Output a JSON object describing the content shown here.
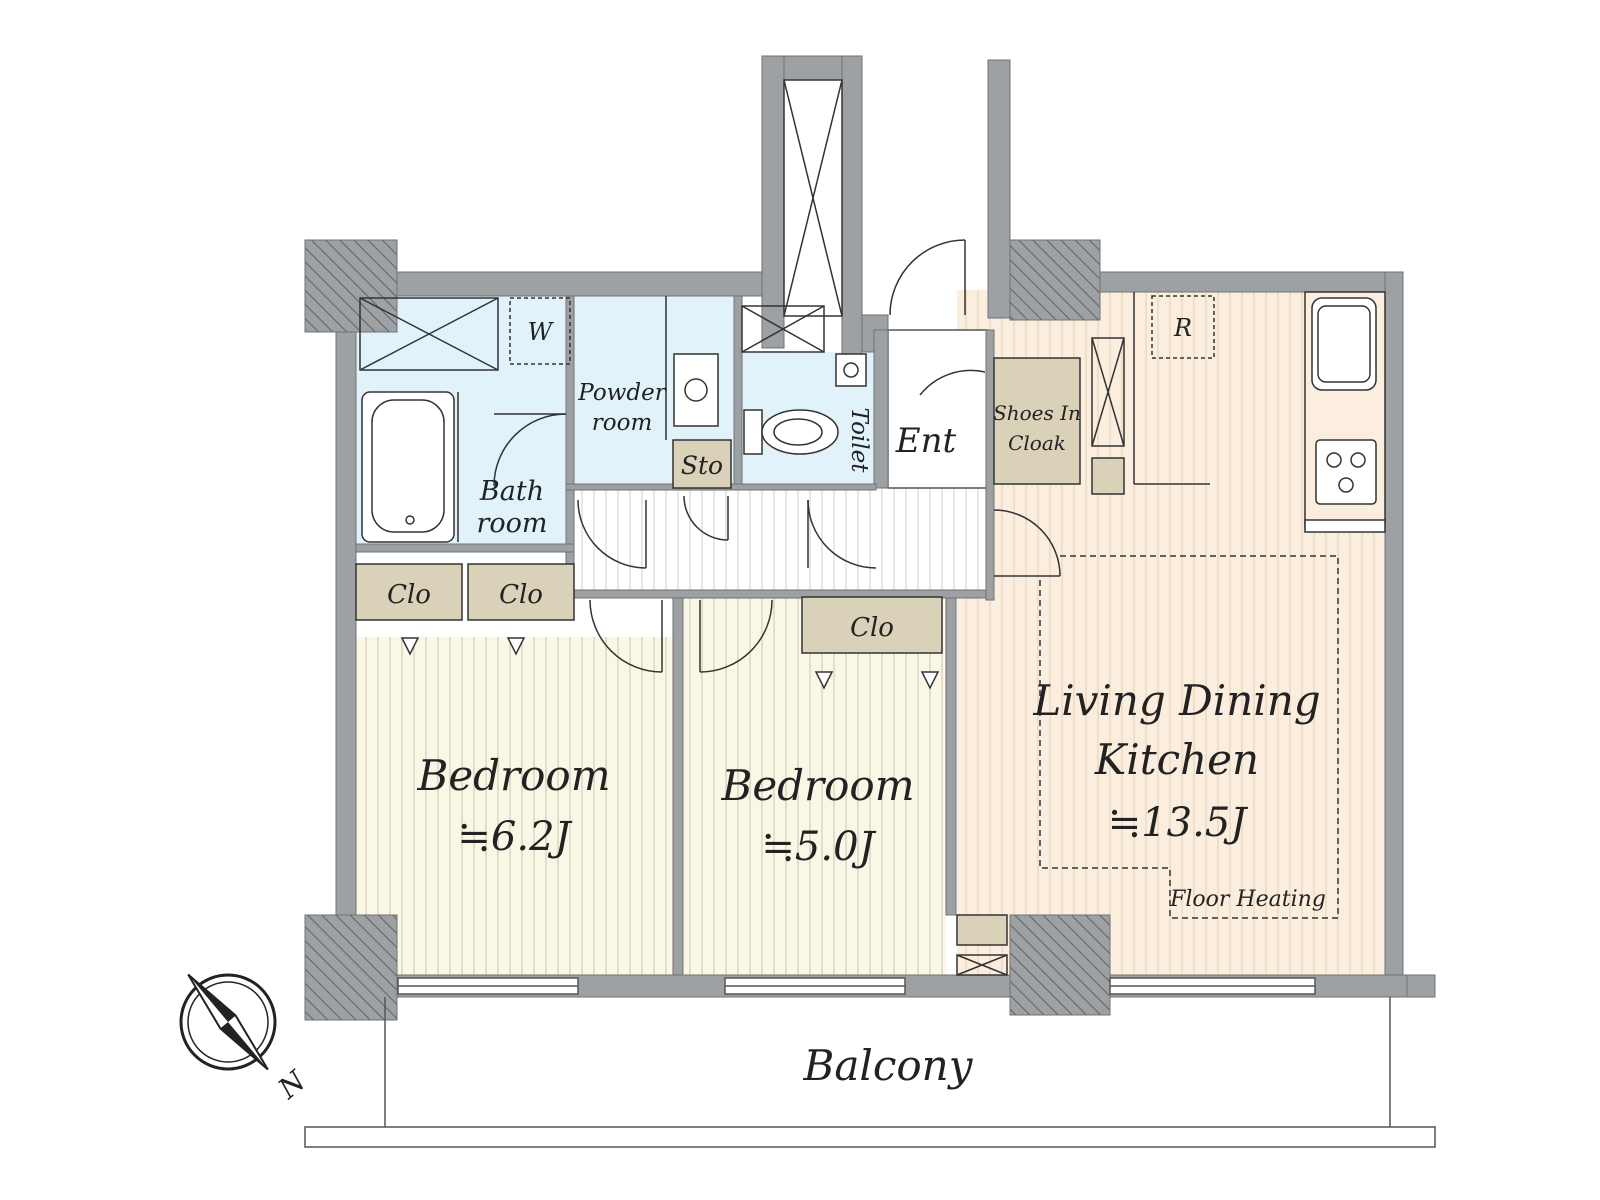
{
  "colors": {
    "wall": "#9ea1a4",
    "wall_stroke": "#6f7275",
    "bedroom_floor": "#fbf7e6",
    "ldk_floor": "#fbeedf",
    "wet_area": "#e1f2fb",
    "storage": "#d9d1b8",
    "line": "#333333",
    "floor_line": "#bdb9a8",
    "ldk_line": "#e0c9ab"
  },
  "rooms": {
    "bedroom1": {
      "name": "Bedroom",
      "size": "≒6.2J"
    },
    "bedroom2": {
      "name": "Bedroom",
      "size": "≒5.0J"
    },
    "ldk": {
      "name_line1": "Living Dining",
      "name_line2": "Kitchen",
      "size": "≒13.5J"
    },
    "bath": {
      "line1": "Bath",
      "line2": "room"
    },
    "powder": {
      "line1": "Powder",
      "line2": "room"
    },
    "toilet": "Toilet",
    "entrance": "Ent",
    "shoes": {
      "line1": "Shoes In",
      "line2": "Cloak"
    },
    "storage": "Sto",
    "closet_a": "Clo",
    "closet_b": "Clo",
    "closet_c": "Clo",
    "washer": "W",
    "fridge": "R",
    "balcony": "Balcony"
  },
  "annotations": {
    "floor_heating": "Floor Heating"
  },
  "compass": {
    "label": "N",
    "icon": "north-arrow-icon"
  }
}
